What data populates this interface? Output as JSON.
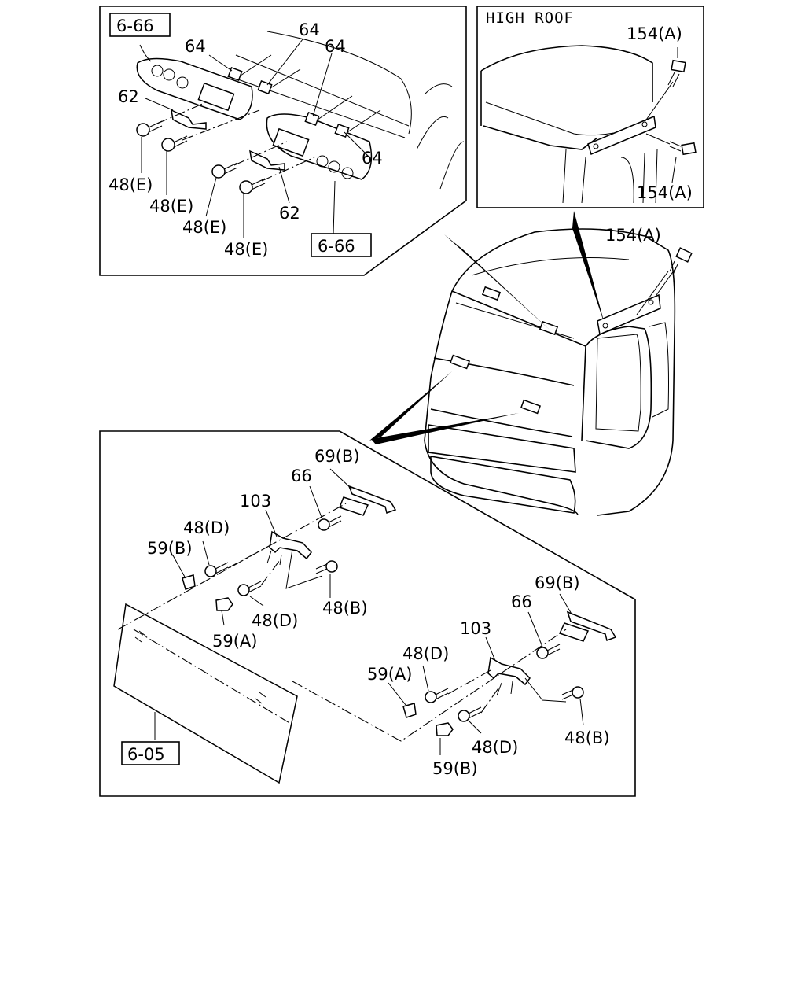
{
  "insets": {
    "high_roof_title": "HIGH ROOF"
  },
  "labels": {
    "ref_6_66_top": "6-66",
    "ref_6_66_bottom": "6-66",
    "ref_6_05": "6-05",
    "p64_a": "64",
    "p64_b": "64",
    "p64_c": "64",
    "p64_d": "64",
    "p62_a": "62",
    "p62_b": "62",
    "p48e_a": "48(E)",
    "p48e_b": "48(E)",
    "p48e_c": "48(E)",
    "p48e_d": "48(E)",
    "p154a_a": "154(A)",
    "p154a_b": "154(A)",
    "p154a_c": "154(A)",
    "p69b_a": "69(B)",
    "p69b_b": "69(B)",
    "p66_a": "66",
    "p66_b": "66",
    "p103_a": "103",
    "p103_b": "103",
    "p48d_a": "48(D)",
    "p48d_b": "48(D)",
    "p48d_c": "48(D)",
    "p48d_d": "48(D)",
    "p59b_a": "59(B)",
    "p59b_b": "59(B)",
    "p59a_a": "59(A)",
    "p59a_b": "59(A)",
    "p48b_a": "48(B)",
    "p48b_b": "48(B)"
  }
}
